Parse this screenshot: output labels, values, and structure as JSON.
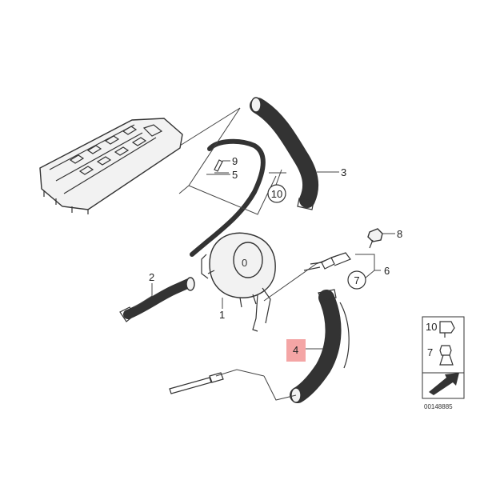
{
  "callouts": [
    {
      "id": "1",
      "label": "1"
    },
    {
      "id": "2",
      "label": "2"
    },
    {
      "id": "3",
      "label": "3"
    },
    {
      "id": "4",
      "label": "4"
    },
    {
      "id": "5",
      "label": "5"
    },
    {
      "id": "6",
      "label": "6"
    },
    {
      "id": "8",
      "label": "8"
    },
    {
      "id": "9",
      "label": "9"
    }
  ],
  "circled_callouts": [
    {
      "id": "7",
      "label": "7"
    },
    {
      "id": "10",
      "label": "10"
    }
  ],
  "highlighted_callout": "4",
  "legend": {
    "items": [
      {
        "label": "10",
        "icon": "clip-icon"
      },
      {
        "label": "7",
        "icon": "grommet-icon"
      }
    ]
  },
  "part_number": "00148885",
  "colors": {
    "line": "#333333",
    "highlight": "#f4a5a5",
    "background": "#ffffff"
  }
}
